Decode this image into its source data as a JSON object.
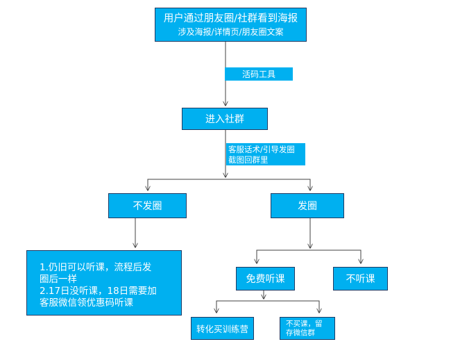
{
  "nodes": {
    "start": {
      "line1": "用户通过朋友圈/社群看到海报",
      "line2": "涉及海报/详情页/朋友圈文案"
    },
    "label_tool": "活码工具",
    "join_group": "进入社群",
    "label_script": [
      "客服话术/引导发圈",
      "截图回群里"
    ],
    "no_post": "不发圈",
    "post": "发圈",
    "no_post_result": [
      "1.仍旧可以听课，流程后发",
      "圈后一样",
      "2.17日没听课，18日需要加",
      "客服微信领优惠码听课"
    ],
    "free_class": "免费听课",
    "no_listen": "不听课",
    "convert_camp": "转化买训练营",
    "no_buy": [
      "不买课，留",
      "存微信群"
    ]
  },
  "colors": {
    "box_fill": "#00b0f0",
    "box_border": "#1f3a63",
    "text": "#ffffff",
    "line": "#404040"
  }
}
